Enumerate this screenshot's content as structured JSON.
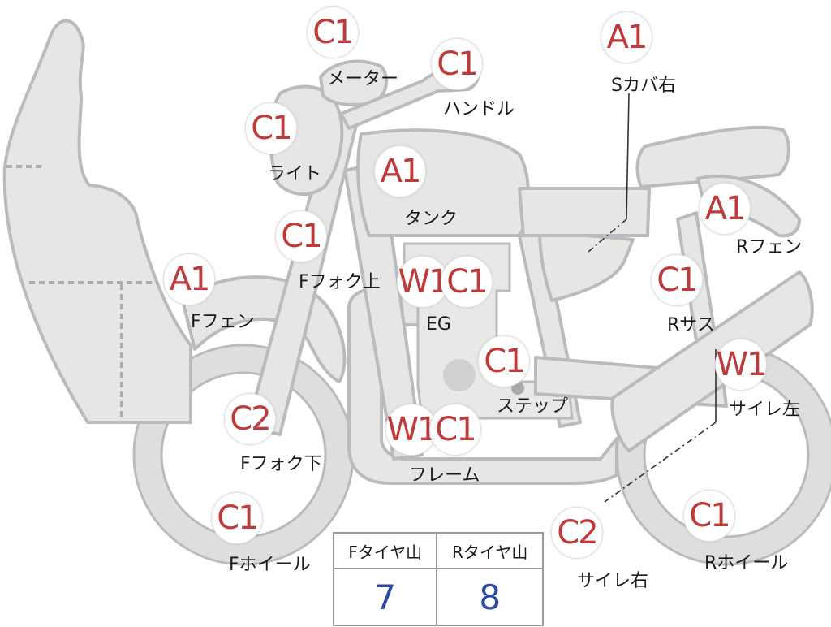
{
  "colors": {
    "code": "#bf3a3a",
    "value": "#2b4aa8",
    "part_fill": "#e6e6e4",
    "outline": "#b9bbbe"
  },
  "badges": [
    {
      "id": "meter",
      "code": "C1"
    },
    {
      "id": "handle",
      "code": "C1"
    },
    {
      "id": "s-cover-right",
      "code": "A1"
    },
    {
      "id": "light",
      "code": "C1"
    },
    {
      "id": "tank",
      "code": "A1"
    },
    {
      "id": "r-fender",
      "code": "A1"
    },
    {
      "id": "f-fork-upper",
      "code": "C1"
    },
    {
      "id": "f-fender",
      "code": "A1"
    },
    {
      "id": "eg-w",
      "code": "W1"
    },
    {
      "id": "eg-c",
      "code": "C1"
    },
    {
      "id": "r-suspension",
      "code": "C1"
    },
    {
      "id": "step",
      "code": "C1"
    },
    {
      "id": "silencer-left",
      "code": "W1"
    },
    {
      "id": "f-fork-lower",
      "code": "C2"
    },
    {
      "id": "frame-w",
      "code": "W1"
    },
    {
      "id": "frame-c",
      "code": "C1"
    },
    {
      "id": "silencer-right",
      "code": "C2"
    },
    {
      "id": "f-wheel",
      "code": "C1"
    },
    {
      "id": "r-wheel",
      "code": "C1"
    }
  ],
  "labels": {
    "meter": "メーター",
    "handle": "ハンドル",
    "s_cover_right": "Sカバ右",
    "light": "ライト",
    "tank": "タンク",
    "r_fender": "Rフェン",
    "f_fork_upper": "Fフォク上",
    "f_fender": "Fフェン",
    "eg": "EG",
    "r_suspension": "Rサス",
    "step": "ステップ",
    "silencer_left": "サイレ左",
    "f_fork_lower": "Fフォク下",
    "frame": "フレーム",
    "silencer_right": "サイレ右",
    "f_wheel": "Fホイール",
    "r_wheel": "Rホイール"
  },
  "tire_tread": {
    "front_label": "Fタイヤ山",
    "rear_label": "Rタイヤ山",
    "front_value": "7",
    "rear_value": "8"
  }
}
